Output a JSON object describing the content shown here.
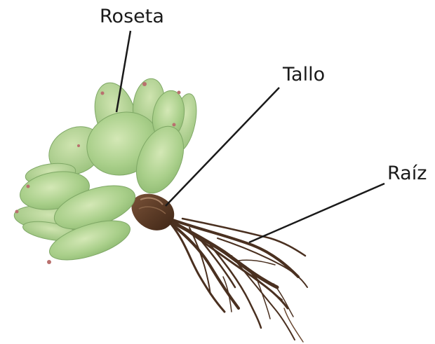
{
  "labels": {
    "rosette": "Roseta",
    "stem": "Tallo",
    "root": "Raíz"
  },
  "colors": {
    "leaf_light": "#c6dfa6",
    "leaf_mid": "#a5cc86",
    "leaf_dark": "#86b26a",
    "leaf_tip": "#b9706e",
    "stem": "#5a3a24",
    "root": "#4a3020",
    "leader_line": "#1a1a1a",
    "label_text": "#1a1a1a"
  }
}
